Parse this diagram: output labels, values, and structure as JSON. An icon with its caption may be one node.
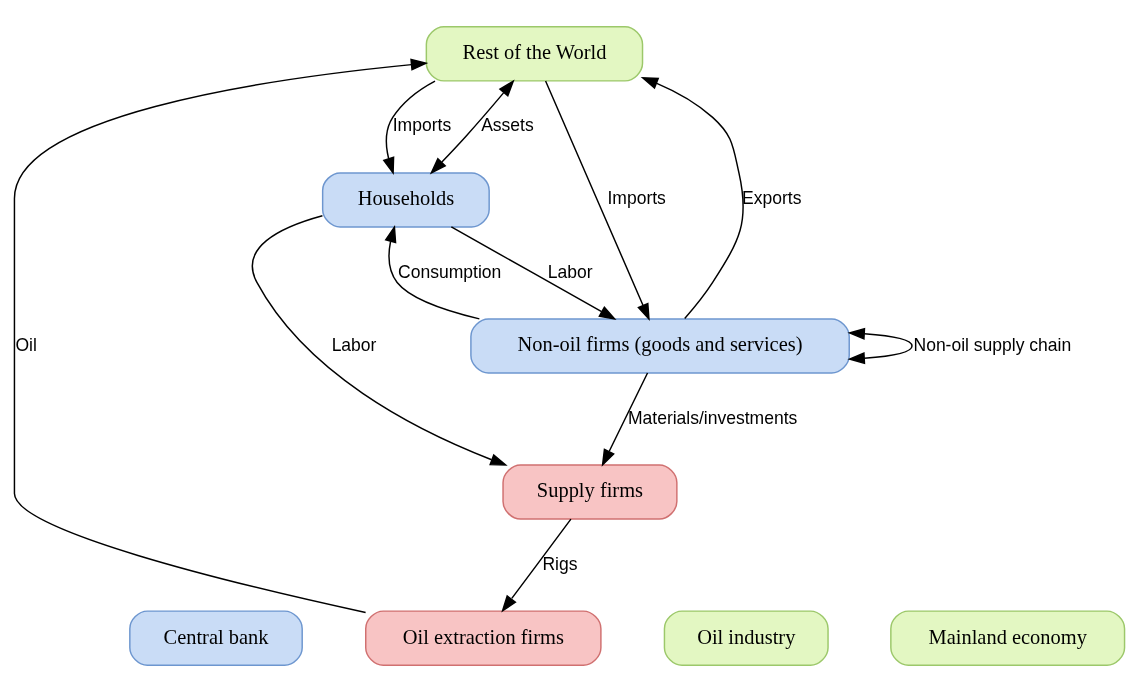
{
  "diagram": {
    "nodes": [
      {
        "text": [
          "Rest of the World"
        ]
      },
      {
        "text": [
          "Households"
        ]
      },
      {
        "text": [
          "Non-oil firms (goods and services)"
        ]
      },
      {
        "text": [
          "Oil extraction firms"
        ]
      },
      {
        "text": [
          "Supply firms"
        ]
      },
      {
        "text": [
          "Central bank"
        ]
      },
      {
        "text": [
          "Mainland economy"
        ]
      },
      {
        "text": [
          "Oil industry"
        ]
      }
    ],
    "edges": [
      {
        "from": 2,
        "to": 0,
        "arrow": "to",
        "label": "Exports"
      },
      {
        "from": 0,
        "to": 2,
        "arrow": "to",
        "label": "Imports"
      },
      {
        "from": 1,
        "to": 0,
        "arrow": "both",
        "label": "Assets"
      },
      {
        "from": 0,
        "to": 1,
        "arrow": "to",
        "label": "Imports"
      },
      {
        "from": 3,
        "to": 0,
        "arrow": "to",
        "label": "Oil"
      },
      {
        "from": 1,
        "to": 2,
        "arrow": "to",
        "label": "Labor"
      },
      {
        "from": 2,
        "to": 1,
        "arrow": "to",
        "label": "Consumption"
      },
      {
        "from": 1,
        "to": 4,
        "arrow": "to",
        "label": "Labor"
      },
      {
        "from": 2,
        "to": 4,
        "arrow": "to",
        "label": "Materials/investments"
      },
      {
        "from": 4,
        "to": 3,
        "arrow": "to",
        "label": "Rigs"
      },
      {
        "from": 2,
        "to": 2,
        "arrow": "both",
        "label": "Non-oil supply chain"
      }
    ]
  }
}
